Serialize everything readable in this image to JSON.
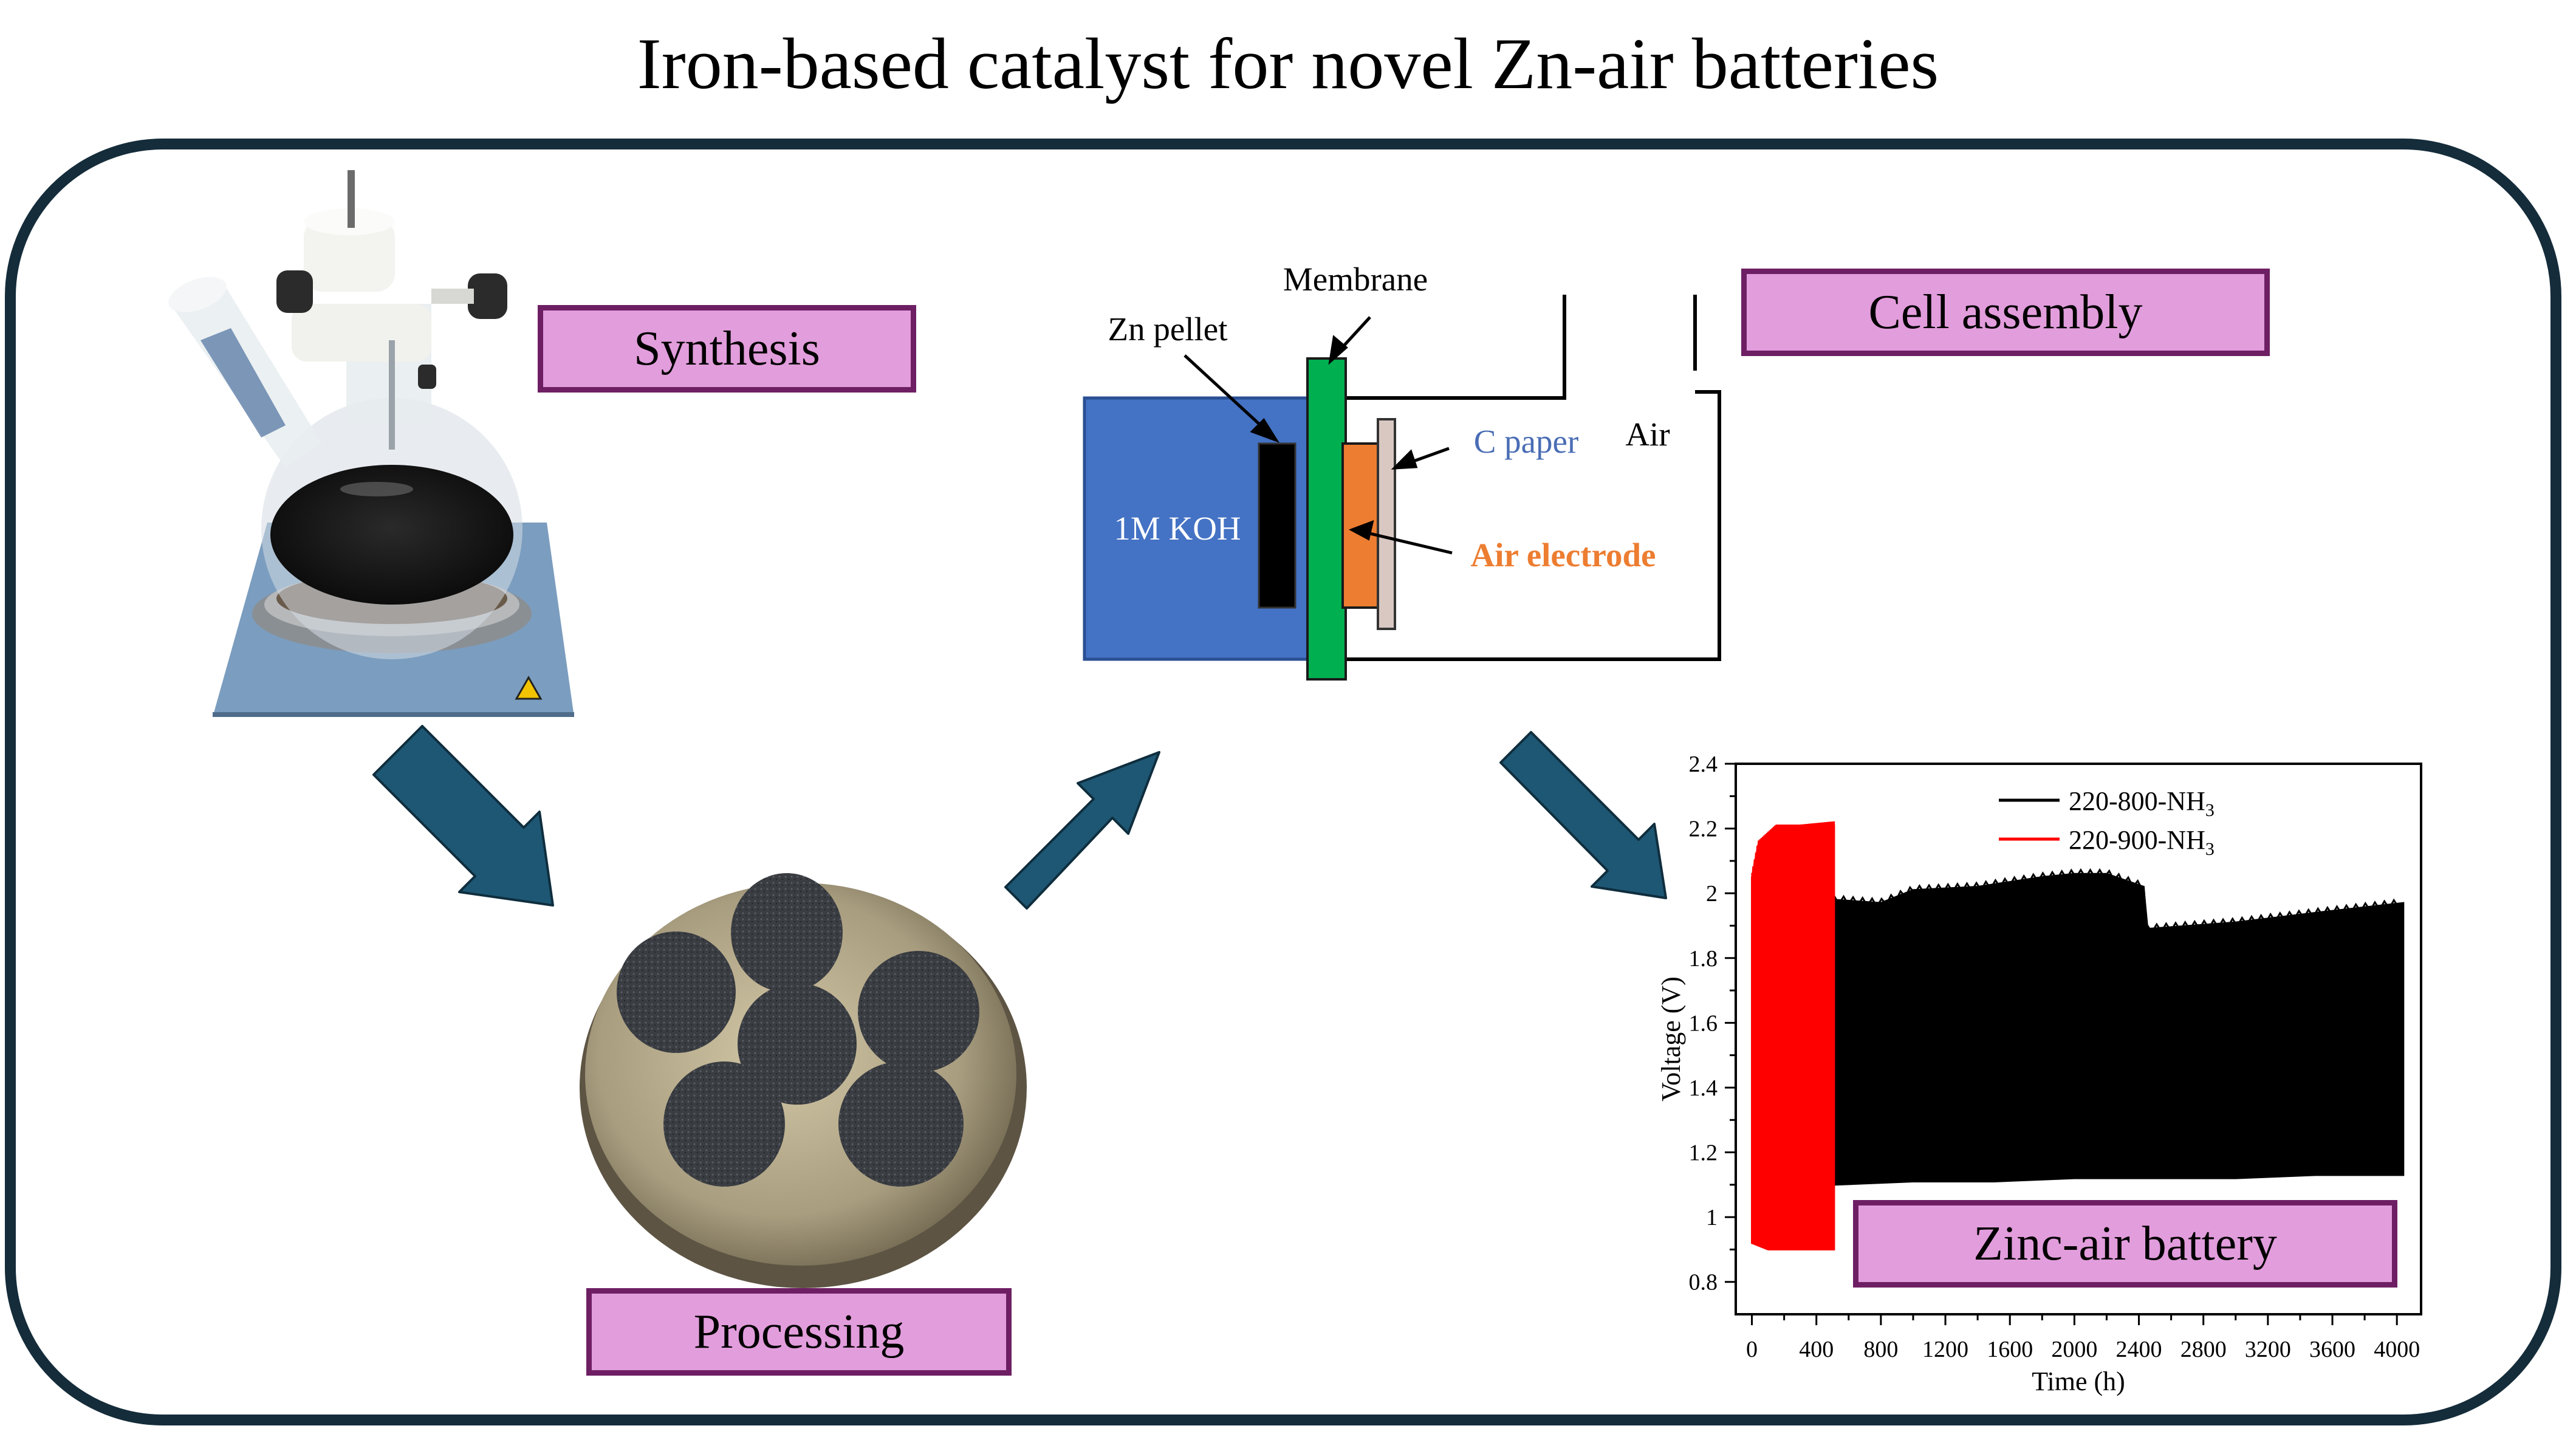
{
  "title": "Iron-based catalyst for novel Zn-air batteries",
  "labels": {
    "synthesis": "Synthesis",
    "processing": "Processing",
    "cell_assembly": "Cell assembly",
    "zinc_air_battery": "Zinc-air battery"
  },
  "cell_diagram": {
    "membrane": "Membrane",
    "zn_pellet": "Zn pellet",
    "electrolyte": "1M  KOH",
    "c_paper": "C paper",
    "air": "Air",
    "air_electrode": "Air  electrode"
  },
  "colors": {
    "frame": "#152c3a",
    "arrow": "#1e5774",
    "label_fill": "#e29ddc",
    "label_border": "#6e1f64",
    "electrolyte": "#4472c4",
    "membrane": "#00b050",
    "air_electrode": "#ed7d31",
    "c_paper_text": "#4a6db5",
    "air_electrode_text": "#ed7d31"
  },
  "chart_data": {
    "type": "line",
    "xlabel": "Time (h)",
    "ylabel": "Voltage (V)",
    "xlim": [
      -100,
      4150
    ],
    "ylim": [
      0.7,
      2.4
    ],
    "x_ticks": [
      0,
      400,
      800,
      1200,
      1600,
      2000,
      2400,
      2800,
      3200,
      3600,
      4000
    ],
    "y_ticks": [
      "0.8",
      "1",
      "1.2",
      "1.4",
      "1.6",
      "1.8",
      "2",
      "2.2",
      "2.4"
    ],
    "legend_position": "top-center",
    "series": [
      {
        "name": "220-800-NH3",
        "color": "#000000",
        "x_range": [
          510,
          4040
        ],
        "upper_envelope": [
          [
            510,
            1.98
          ],
          [
            800,
            1.97
          ],
          [
            1000,
            2.01
          ],
          [
            1400,
            2.02
          ],
          [
            1800,
            2.05
          ],
          [
            2000,
            2.06
          ],
          [
            2200,
            2.06
          ],
          [
            2430,
            2.02
          ],
          [
            2450,
            1.89
          ],
          [
            3000,
            1.91
          ],
          [
            3500,
            1.94
          ],
          [
            4040,
            1.97
          ]
        ],
        "lower_envelope": [
          [
            510,
            1.1
          ],
          [
            1000,
            1.11
          ],
          [
            1500,
            1.11
          ],
          [
            2000,
            1.12
          ],
          [
            2500,
            1.12
          ],
          [
            3000,
            1.12
          ],
          [
            3500,
            1.13
          ],
          [
            4040,
            1.13
          ]
        ]
      },
      {
        "name": "220-900-NH3",
        "color": "#ff0000",
        "x_range": [
          0,
          510
        ],
        "upper_envelope": [
          [
            0,
            2.05
          ],
          [
            40,
            2.15
          ],
          [
            150,
            2.2
          ],
          [
            300,
            2.2
          ],
          [
            510,
            2.21
          ]
        ],
        "lower_envelope": [
          [
            0,
            0.92
          ],
          [
            100,
            0.9
          ],
          [
            300,
            0.9
          ],
          [
            510,
            0.9
          ]
        ]
      }
    ]
  }
}
